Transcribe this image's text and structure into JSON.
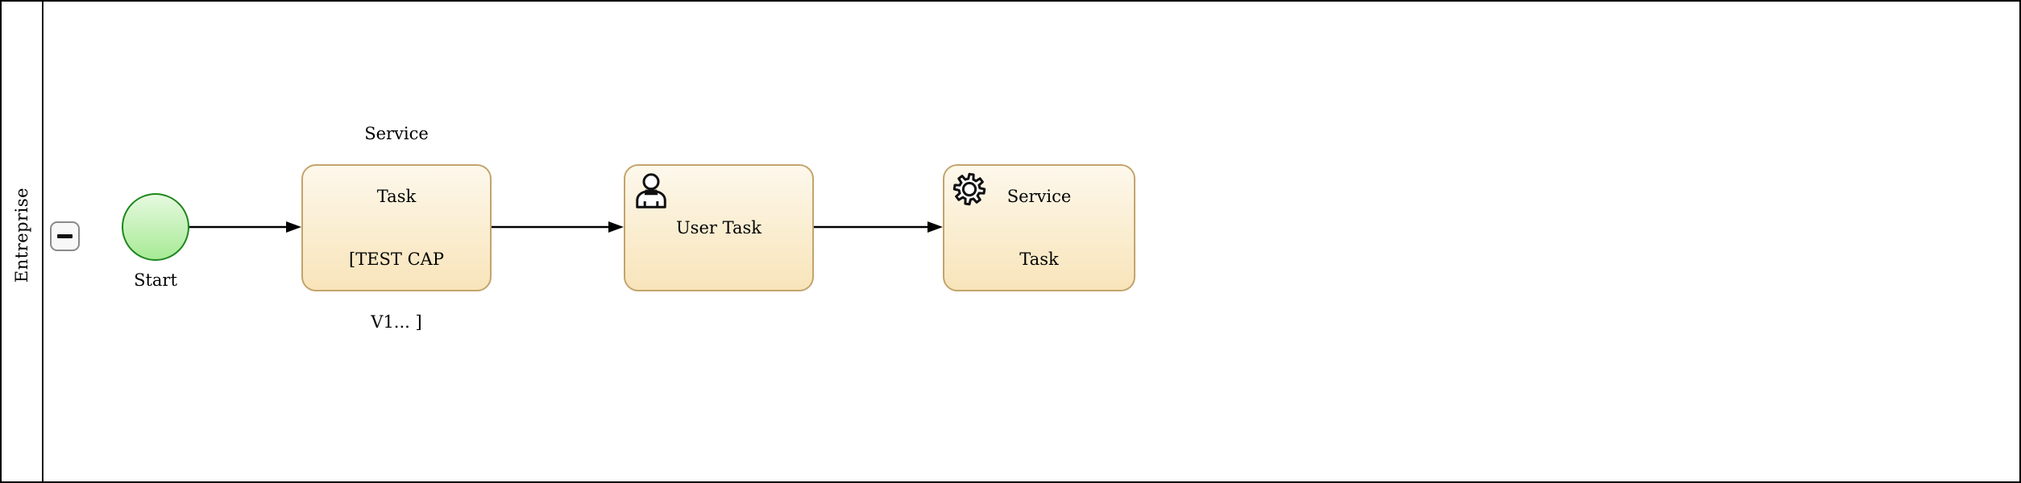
{
  "pool": {
    "label": "Entreprise",
    "collapse_button_icon": "minus-icon"
  },
  "start_event": {
    "label": "Start"
  },
  "tasks": [
    {
      "kind": "service-task",
      "icon": "none",
      "lines": [
        "Service",
        "Task",
        "[TEST CAP",
        "V1... ]"
      ]
    },
    {
      "kind": "user-task",
      "icon": "user-icon",
      "lines": [
        "User Task"
      ]
    },
    {
      "kind": "service-task",
      "icon": "gear-icon",
      "lines": [
        "Service",
        "Task"
      ]
    }
  ],
  "flows": [
    {
      "from": "start-event",
      "to": "service-task-1"
    },
    {
      "from": "service-task-1",
      "to": "user-task"
    },
    {
      "from": "user-task",
      "to": "service-task-2"
    }
  ],
  "colors": {
    "pool_border": "#1a1a1a",
    "button_border": "#8a8a8a",
    "button_bg": "#f8f8f8",
    "event_border": "#1d871d",
    "event_fill_top": "#e6f9df",
    "event_fill_bottom": "#a7ea95",
    "task_border": "#c3a46c",
    "task_fill_top": "#fdf8ec",
    "task_fill_bottom": "#f8e4ba",
    "flow_color": "#000000"
  }
}
